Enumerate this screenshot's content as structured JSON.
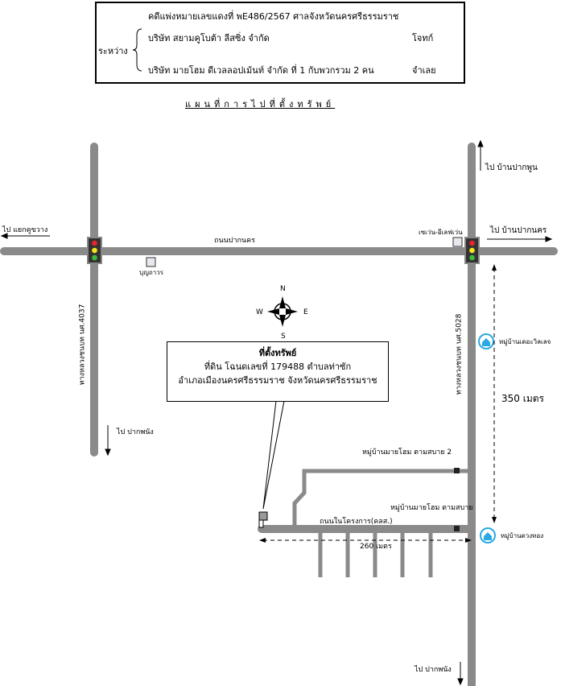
{
  "header": {
    "case_line": "คดีแพ่งหมายเลขแดงที่  พE486/2567   ศาลจังหวัดนครศรีธรรมราช",
    "between_label": "ระหว่าง",
    "plaintiff": "บริษัท  สยามคูโบต้า ลีสซิ่ง  จำกัด",
    "plaintiff_role": "โจทก์",
    "defendant": "บริษัท  มายโฮม  ดีเวลลอปเม้นท์  จำกัด    ที่   1   กับพวกรวม  2  คน",
    "defendant_role": "จำเลย"
  },
  "map_title": "แผนที่การไปที่ตั้งทรัพย์",
  "compass": {
    "n": "N",
    "s": "S",
    "e": "E",
    "w": "W"
  },
  "roads": {
    "main_road": "ถนนปากนคร",
    "highway_left": "ทางหลวงชนบท นศ.4037",
    "highway_right": "ทางหลวงชนบท นศ.5028",
    "project_road": "ถนนในโครงการ(คลส.)"
  },
  "directions": {
    "left_end": "ไป  แยกคูขวาง",
    "right_end": "ไป  บ้านปากนคร",
    "top_right": "ไป  บ้านปากพูน",
    "bottom_left_road": "ไป  ปากพนัง",
    "bottom_right_road": "ไป  ปากพนัง"
  },
  "landmarks": {
    "seven_eleven": "เซเว่น-อีเลฟเว่น",
    "shop": "บุญถาวร",
    "village_top": "หมู่บ้านเดอะวิลเลจ",
    "village_bottom": "หมู่บ้านดวงทอง",
    "project_gate_2": "หมู่บ้านมายโฮม  ตามสบาย 2",
    "project_gate_1": "หมู่บ้านมายโฮม  ตามสบาย"
  },
  "distances": {
    "vertical": "350  เมตร",
    "horizontal": "260  เมตร"
  },
  "property": {
    "title": "ที่ตั้งทรัพย์",
    "line1": "ที่ดิน  โฉนดเลขที่  179488  ตำบลท่าซัก",
    "line2": "อำเภอเมืองนครศรีธรรมราช   จังหวัดนครศรีธรรมราช"
  },
  "colors": {
    "road": "#8a8a8a",
    "signal_red": "#e8262b",
    "signal_yellow": "#f6e51b",
    "signal_green": "#3dbb3a",
    "village_icon": "#2aa9e0"
  }
}
